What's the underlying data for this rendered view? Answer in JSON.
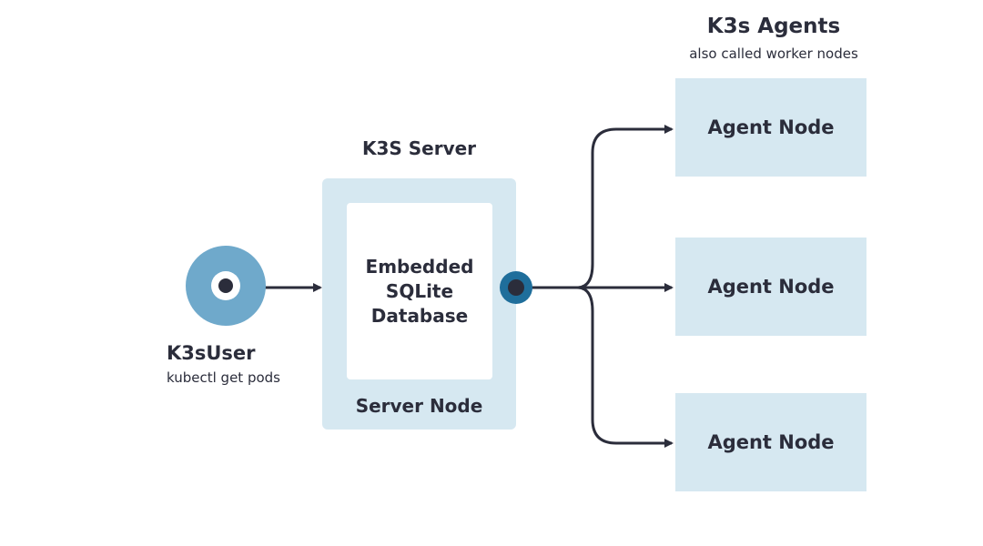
{
  "agents_group": {
    "title": "K3s Agents",
    "subtitle": "also called worker nodes",
    "nodes": [
      {
        "label": "Agent Node"
      },
      {
        "label": "Agent Node"
      },
      {
        "label": "Agent Node"
      }
    ]
  },
  "server": {
    "title": "K3S Server",
    "database_label": "Embedded SQLite Database",
    "node_label": "Server Node"
  },
  "user": {
    "name": "K3sUser",
    "command": "kubectl get pods"
  },
  "colors": {
    "box_fill": "#d6e8f1",
    "user_circle": "#6fa9cb",
    "port": "#1f6e9b",
    "ink": "#2b2d3b"
  }
}
